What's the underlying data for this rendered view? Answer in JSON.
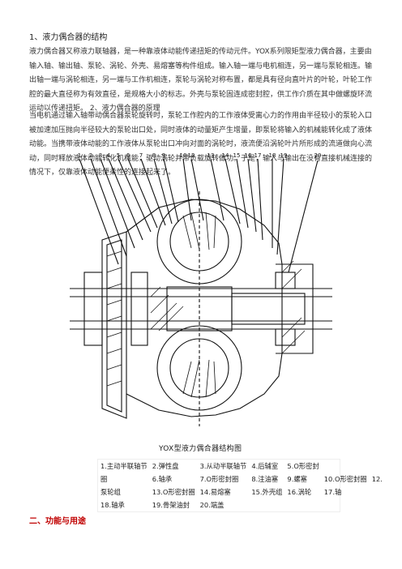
{
  "heading1": "1、液力偶合器的结构",
  "paragraph1": "液力偶合器又称液力联轴器，是一种靠液体动能传递扭矩的传动元件。YOX系列限矩型液力偶合器，主要由输入轴、输出轴、泵轮、涡轮、外壳、易熔塞等构件组成。输入轴一端与电机相连，另一端与泵轮相连。输出轴一端与涡轮相连，另一端与工作机相连，泵轮与涡轮对称布置，都是具有径向直叶片的叶轮，叶轮工作腔的最大直径称为有效直径，是规格大小的标志。外壳与泵轮固连成密封腔，供工作介质在其中做螺旋环流运动以传递扭矩。   2、液力偶合器的原理",
  "paragraph2": "当电机通过输入轴带动偶合器泵轮旋转时，泵轮工作腔内的工作液体受离心力的作用由半径较小的泵轮入口被加速加压抛向半径较大的泵轮出口处，同时液体的动量矩产生增量，即泵轮将输入的机械能转化成了液体动能。当携带液体动能的工作液体从泵轮出口冲向对面的涡轮时，液流便沿涡轮叶片所形成的流道做向心流动，同时释放液体动能转化机械能，驱动涡轮并带负载旋转做功。于是，输入与输出在没有直接机械连接的情况下，仅靠液体动能便柔性的连接起来了。",
  "figure": {
    "numbers": [
      "1",
      "2",
      "3",
      "4",
      "5",
      "6",
      "7",
      "8",
      "9",
      "10",
      "12",
      "13",
      "14",
      "15",
      "16",
      "17",
      "18",
      "19",
      "20"
    ],
    "caption": "YOX型液力偶合器结构图"
  },
  "legend": [
    [
      "1.主动半联轴节",
      "2.弹性盘",
      "3.从动半联轴节",
      "4.后辅室",
      "5.O形密封"
    ],
    [
      "圈",
      "6.轴承",
      "7.O形密封圈",
      "8.注油塞",
      "9.螺塞",
      "10.O形密封圈",
      "12."
    ],
    [
      "泵轮组",
      "13.O形密封圈",
      "14.易熔塞",
      "15.外壳组",
      "16.涡轮",
      "17.轴"
    ],
    [
      "18.轴承",
      "19.骨架油封",
      "20.端盖"
    ]
  ],
  "section2": "二、功能与用途"
}
